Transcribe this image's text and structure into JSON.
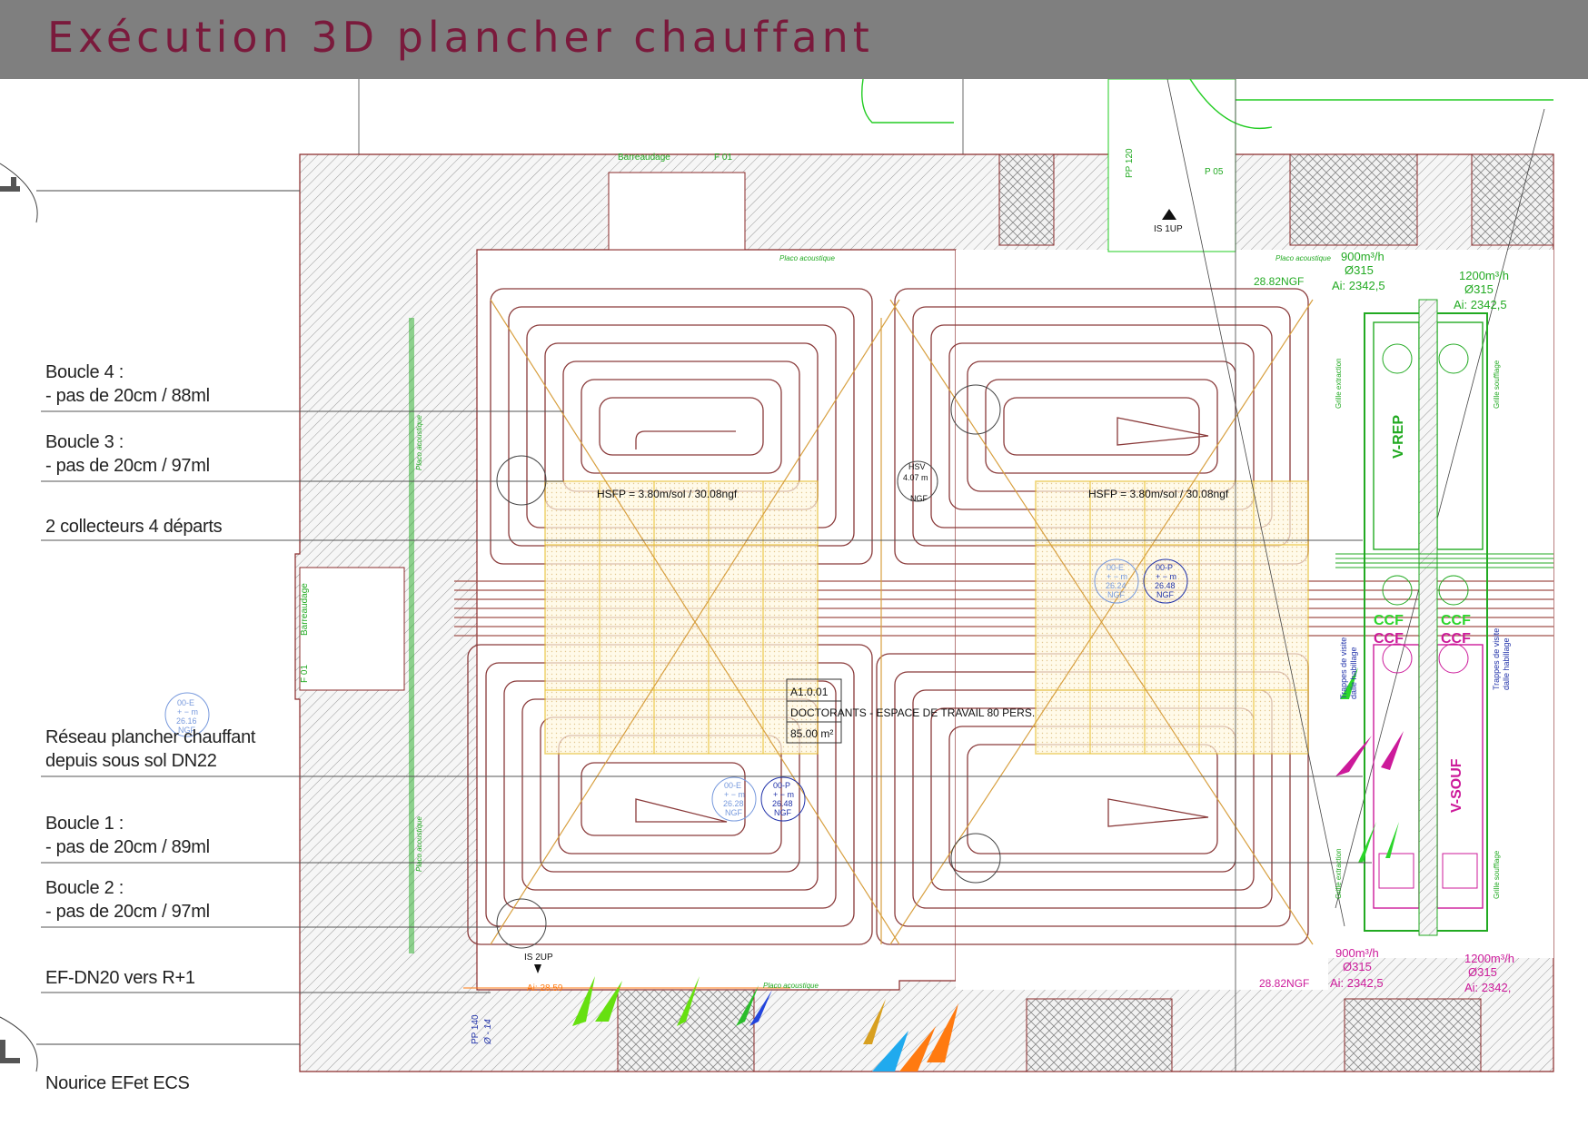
{
  "title": "Exécution 3D plancher chauffant",
  "callouts": {
    "boucle4": {
      "line1": "Boucle 4 :",
      "line2": "- pas de 20cm / 88ml"
    },
    "boucle3": {
      "line1": "Boucle 3 :",
      "line2": "- pas de 20cm / 97ml"
    },
    "collecteurs": {
      "line1": "2 collecteurs 4 départs"
    },
    "reseau": {
      "line1": "Réseau plancher chauffant",
      "line2": "depuis sous sol DN22"
    },
    "boucle1": {
      "line1": "Boucle 1 :",
      "line2": "- pas de 20cm / 89ml"
    },
    "boucle2": {
      "line1": "Boucle 2 :",
      "line2": "- pas de 20cm / 97ml"
    },
    "ef": {
      "line1": "EF-DN20 vers R+1"
    },
    "nourice": {
      "line1": "Nourice EFet ECS"
    }
  },
  "plan": {
    "barreaudage_top": "Barreaudage",
    "f01_top": "F 01",
    "barreaudage_left": "Barreaudage",
    "f01_left": "F 01",
    "pp120": "PP 120",
    "p05": "P 05",
    "is1up": "IS 1UP",
    "is2up": "IS 2UP",
    "placo_top": "Placo acoustique",
    "placo_top2": "Placo acoustique",
    "placo_bottom": "Placo acoustique",
    "placo_left1": "Placo acoustique",
    "placo_left2": "Placo acoustique",
    "ngf_top": "28.82NGF",
    "ngf_bottom": "28.82NGF",
    "ai_bottom_left": "Ai: 28.59",
    "hsfp_left": "HSFP = 3.80m/sol / 30.08ngf",
    "hsfp_right": "HSFP = 3.80m/sol / 30.08ngf",
    "hsv": "HSV",
    "hsv_val": "4.07 m",
    "hsv_ngf": "NGF",
    "room_code": "A1.0.01",
    "room_name": "DOCTORANTS - ESPACE DE TRAVAIL 80 PERS.",
    "room_area": "85.00 m²",
    "pp140": "PP 140",
    "pp140_sub": "Ø - 14",
    "duct_tl": {
      "flow": "900m³/h",
      "dia": "Ø315",
      "ai": "Ai: 2342,5"
    },
    "duct_tr": {
      "flow": "1200m³/h",
      "dia": "Ø315",
      "ai": "Ai: 2342,5"
    },
    "duct_bl": {
      "flow": "900m³/h",
      "dia": "Ø315",
      "ai": "Ai: 2342,5"
    },
    "duct_br": {
      "flow": "1200m³/h",
      "dia": "Ø315",
      "ai": "Ai: 2342,"
    },
    "v_rep": "V-REP",
    "v_souf": "V-SOUF",
    "ccf": "CCF",
    "trappes1": "Trappes de visite",
    "trappes1b": "dalle habillage",
    "trappes2": "Trappes de visite",
    "trappes2b": "dalle habillage",
    "grille1": "Grille extraction",
    "grille2": "Grille soufflage",
    "markers": [
      {
        "l1": "00-E",
        "l2": "+ − m",
        "l3": "26.16",
        "l4": "NGF"
      },
      {
        "l1": "00-E",
        "l2": "+ − m",
        "l3": "26.24",
        "l4": "NGF"
      },
      {
        "l1": "00-P",
        "l2": "+ − m",
        "l3": "26.48",
        "l4": "NGF"
      },
      {
        "l1": "00-E",
        "l2": "+ − m",
        "l3": "26.28",
        "l4": "NGF"
      },
      {
        "l1": "00-P",
        "l2": "+ − m",
        "l3": "26.48",
        "l4": "NGF"
      }
    ],
    "colors": {
      "wall": "#8a2a2a",
      "pipe": "#8a3a3a",
      "pipe_inner": "#c07060",
      "hatch": "#999999",
      "green": "#22aa22",
      "magenta": "#cc1a9a",
      "yellow": "#e8c030",
      "orange": "#d88a30",
      "blue": "#2233aa",
      "light_blue": "#7799dd"
    }
  }
}
